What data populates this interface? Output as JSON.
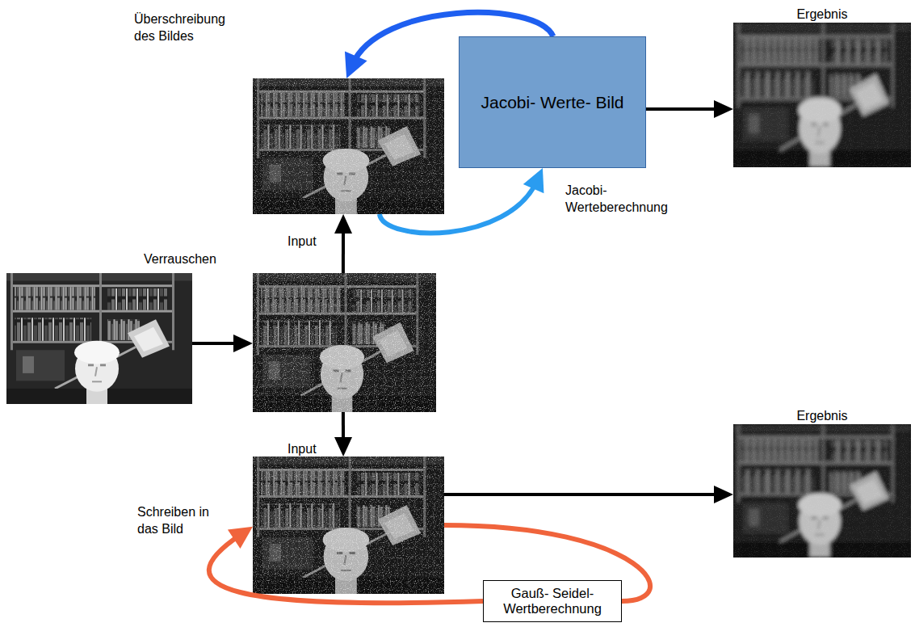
{
  "diagram": {
    "nodes": [
      {
        "text": []
      },
      {
        "text": [
          "Jacobi- Werte- Bild"
        ]
      },
      {
        "text": [
          "Ergebnis"
        ]
      },
      {
        "text": []
      },
      {
        "text": []
      },
      {
        "text": []
      },
      {
        "text": [
          "Ergebnis"
        ]
      },
      {
        "text": [
          "Gauß- Seidel- Wertberechnung"
        ]
      }
    ],
    "edges": [
      {
        "from": 3,
        "to": 4,
        "arrow": "to",
        "label": "Verrauschen"
      },
      {
        "from": 4,
        "to": 0,
        "arrow": "to",
        "label": "Input"
      },
      {
        "from": 4,
        "to": 5,
        "arrow": "to",
        "label": "Input"
      },
      {
        "from": 0,
        "to": 1,
        "arrow": "to",
        "label": "Jacobi- Werteberechnung"
      },
      {
        "from": 1,
        "to": 0,
        "arrow": "to",
        "label": "Überschreibung des Bildes"
      },
      {
        "from": 1,
        "to": 2,
        "arrow": "to"
      },
      {
        "from": 5,
        "to": 6,
        "arrow": "to"
      },
      {
        "from": 5,
        "to": 7,
        "arrow": "none"
      },
      {
        "from": 7,
        "to": 5,
        "arrow": "to",
        "label": "Schreiben in das Bild"
      }
    ]
  }
}
